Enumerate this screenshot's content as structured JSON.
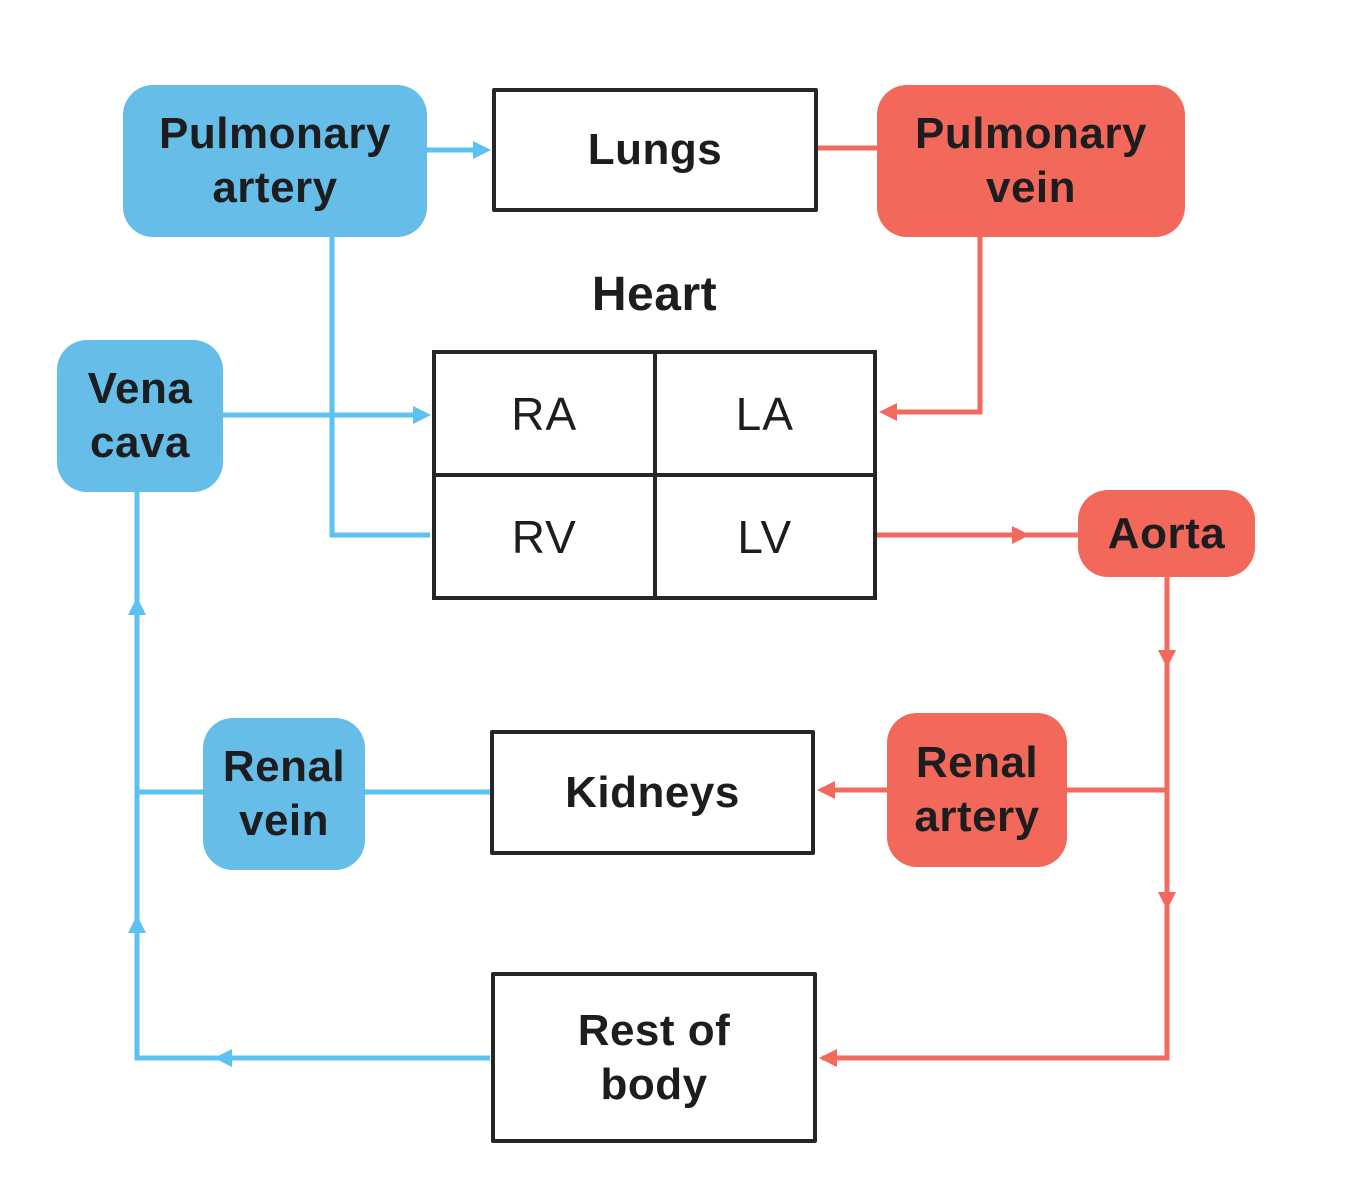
{
  "colors": {
    "background": "#ffffff",
    "blue_fill": "#66bde8",
    "blue_line": "#5bc2f1",
    "red_fill": "#f2695c",
    "red_line": "#f4695e",
    "box_border": "#262626",
    "text": "#1d1d1f"
  },
  "diagram": {
    "heart_title": "Heart",
    "nodes": {
      "pulmonary_artery": "Pulmonary\nartery",
      "lungs": "Lungs",
      "pulmonary_vein": "Pulmonary\nvein",
      "vena_cava": "Vena\ncava",
      "aorta": "Aorta",
      "renal_vein": "Renal\nvein",
      "kidneys": "Kidneys",
      "renal_artery": "Renal\nartery",
      "rest_of_body": "Rest of\nbody"
    },
    "chambers": {
      "ra": "RA",
      "la": "LA",
      "rv": "RV",
      "lv": "LV"
    }
  }
}
